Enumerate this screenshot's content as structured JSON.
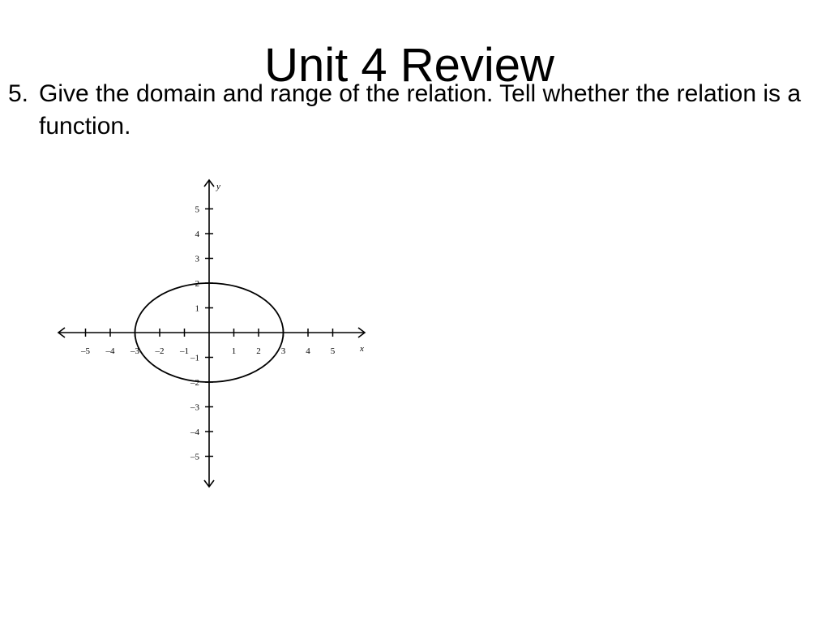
{
  "slide": {
    "title": "Unit 4 Review",
    "question_number": "5.",
    "question_text": "Give the domain and range of the relation.  Tell whether the relation is a function."
  },
  "chart_data": {
    "type": "line",
    "x_axis_label": "x",
    "y_axis_label": "y",
    "xlim": [
      -6,
      6
    ],
    "ylim": [
      -6,
      6
    ],
    "x_ticks": [
      -5,
      -4,
      -3,
      -2,
      -1,
      1,
      2,
      3,
      4,
      5
    ],
    "y_ticks": [
      -5,
      -4,
      -3,
      -2,
      -1,
      1,
      2,
      3,
      4,
      5
    ],
    "x_tick_labels": [
      "–5",
      "–4",
      "–3",
      "–2",
      "–1",
      "1",
      "2",
      "3",
      "4",
      "5"
    ],
    "y_tick_labels": [
      "–5",
      "–4",
      "–3",
      "–2",
      "–1",
      "1",
      "2",
      "3",
      "4",
      "5"
    ],
    "grid": false,
    "curves": [
      {
        "shape": "ellipse",
        "center": [
          0,
          0
        ],
        "x_radius": 3,
        "y_radius": 2,
        "color": "#000000"
      }
    ]
  }
}
